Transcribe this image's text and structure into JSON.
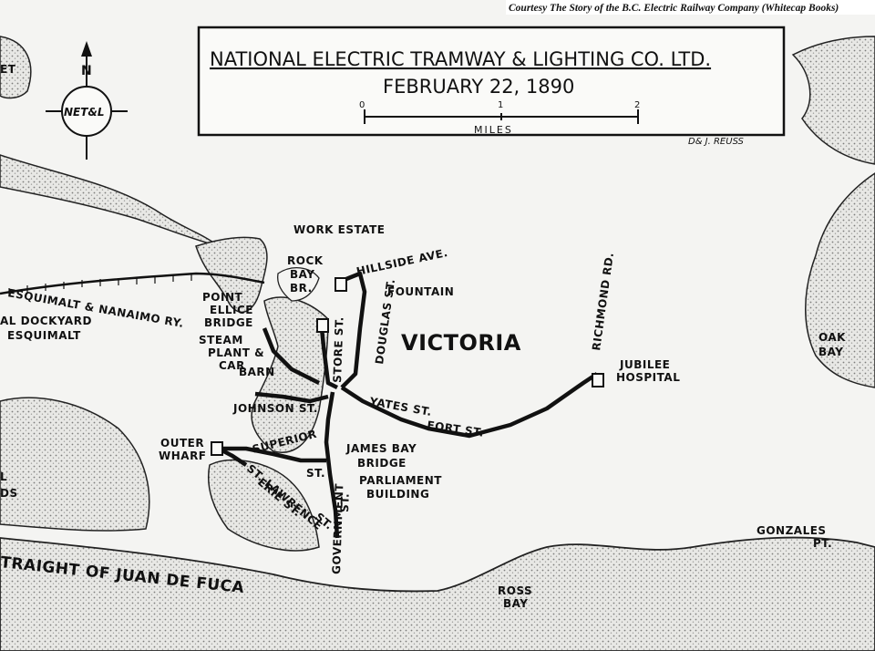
{
  "credit": "Courtesy The Story of the B.C. Electric Railway Company (Whitecap Books)",
  "title": {
    "company": "NATIONAL ELECTRIC TRAMWAY & LIGHTING CO. LTD.",
    "date": "FEBRUARY 22, 1890",
    "scale_ticks": [
      "0",
      "1",
      "2"
    ],
    "scale_unit": "MILES",
    "author": "D& J. REUSS"
  },
  "compass": {
    "north": "N",
    "logo": "NET&L"
  },
  "labels": {
    "work_estate": "WORK ESTATE",
    "rock_bay_1": "ROCK",
    "rock_bay_2": "BAY",
    "rock_bay_3": "BR.",
    "hillside": "HILLSIDE AVE.",
    "fountain": "FOUNTAIN",
    "richmond": "RICHMOND RD.",
    "douglas": "DOUGLAS ST.",
    "store": "STORE ST.",
    "esquimalt_rr": "ESQUIMALT & NANAIMO RY.",
    "point_ellice_1": "POINT",
    "point_ellice_2": "ELLICE",
    "point_ellice_3": "BRIDGE",
    "dockyard_1": "AL DOCKYARD",
    "dockyard_2": "ESQUIMALT",
    "steam_1": "STEAM",
    "steam_2": "PLANT &",
    "steam_3": "CAR",
    "steam_4": "BARN",
    "victoria": "VICTORIA",
    "jubilee_1": "JUBILEE",
    "jubilee_2": "HOSPITAL",
    "oak_bay_1": "OAK",
    "oak_bay_2": "BAY",
    "johnson": "JOHNSON ST.",
    "yates": "YATES ST.",
    "fort": "FORT ST.",
    "outer_wharf_1": "OUTER",
    "outer_wharf_2": "WHARF",
    "superior": "SUPERIOR",
    "superior_st": "ST.",
    "james_bay_1": "JAMES BAY",
    "james_bay_2": "BRIDGE",
    "parliament_1": "PARLIAMENT",
    "parliament_2": "BUILDING",
    "st_lawrence": "ST. LAWRENCE",
    "erie": "ERIE ST.",
    "government": "GOVERNMENT",
    "government_st": "ST.",
    "gonzales_1": "GONZALES",
    "gonzales_2": "PT.",
    "ross_bay_1": "ROSS",
    "ross_bay_2": "BAY",
    "juan_de_fuca": "TRAIGHT OF JUAN DE FUCA",
    "left_et": "ET",
    "left_l": "L",
    "left_ds": "DS",
    "st_trail": "ST."
  },
  "colors": {
    "ink": "#111111",
    "land": "#f4f4f2",
    "water": "#e6e6e3",
    "stipple": "#8a8a88"
  }
}
